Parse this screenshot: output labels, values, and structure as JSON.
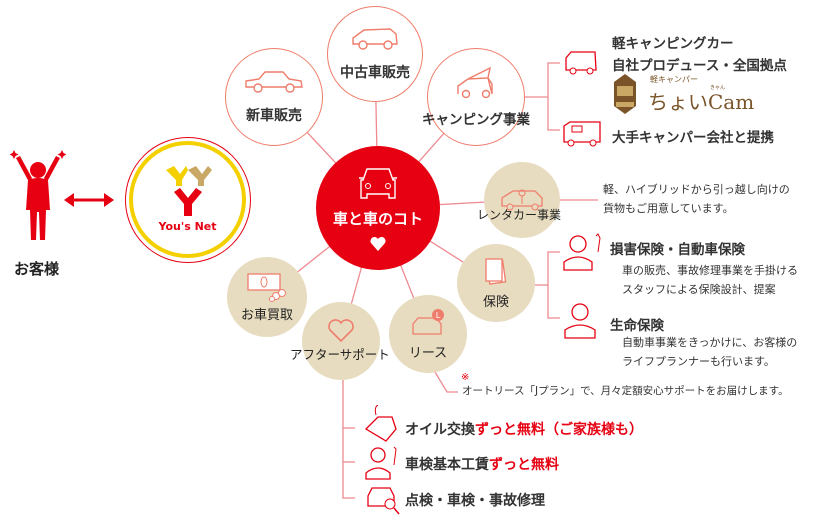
{
  "customer": {
    "label": "お客様"
  },
  "logo": {
    "text": "You's Net"
  },
  "center": {
    "label": "車と車のコト"
  },
  "services": {
    "new_car": "新車販売",
    "used_car": "中古車販売",
    "camping": "キャンピング事業",
    "rental": "レンタカー事業",
    "insurance": "保険",
    "lease": "リース",
    "after_support": "アフターサポート",
    "buyback": "お車買取"
  },
  "camping_detail": {
    "line1": "軽キャンピングカー",
    "line2": "自社プロデュース・全国拠点",
    "logo_small": "軽キャンパー",
    "logo_main": "ちょいCam",
    "logo_ruby": "きゃん",
    "partner": "大手キャンパー会社と提携"
  },
  "rental_detail": {
    "line1": "軽、ハイブリッドから引っ越し向けの",
    "line2": "貨物もご用意しています。"
  },
  "insurance_detail": {
    "nonlife_title": "損害保険・自動車保険",
    "nonlife_line1": "車の販売、事故修理事業を手掛ける",
    "nonlife_line2": "スタッフによる保険設計、提案",
    "life_title": "生命保険",
    "life_line1": "自動車事業をきっかけに、お客様の",
    "life_line2": "ライフプランナーも行います。"
  },
  "lease_note": {
    "mark": "※",
    "text": "オートリース「Jプラン」で、月々定額安心サポートをお届けします。"
  },
  "after_items": [
    {
      "black": "オイル交換",
      "red": "ずっと無料（ご家族様も）"
    },
    {
      "black": "車検基本工賃",
      "red": "ずっと無料"
    },
    {
      "black": "点検・車検・事故修理",
      "red": ""
    }
  ],
  "colors": {
    "red": "#e60012",
    "beige": "#e8dcc0",
    "line": "#ef7d6b",
    "yellow": "#f5d000"
  }
}
